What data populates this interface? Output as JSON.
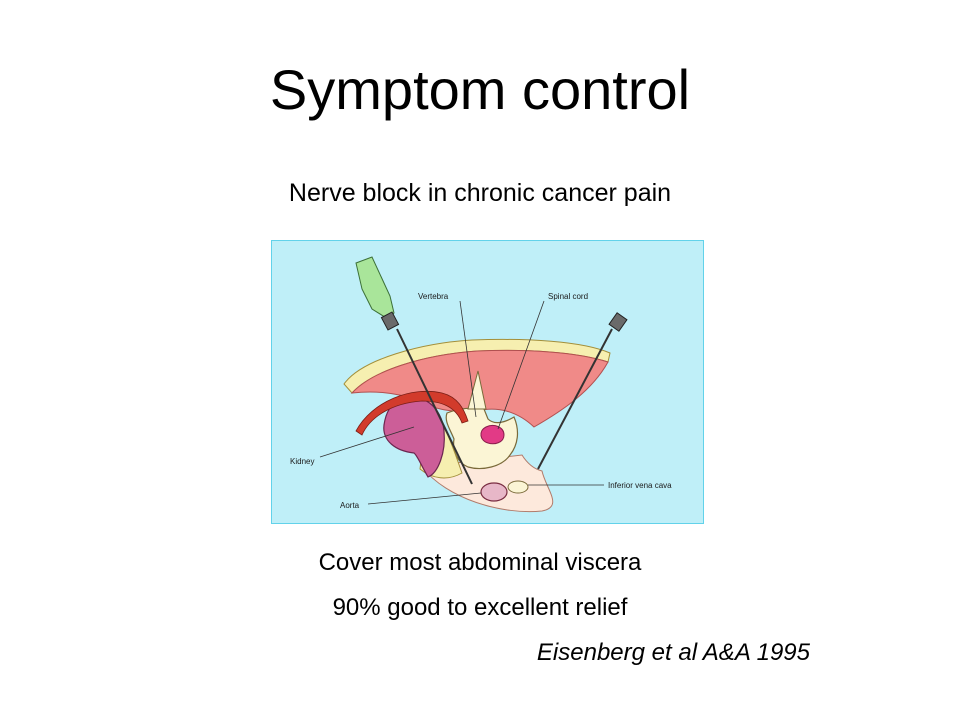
{
  "slide": {
    "title": "Symptom control",
    "subtitle": "Nerve block in chronic cancer pain",
    "bullets": [
      "Cover most abdominal viscera",
      "90% good to excellent relief"
    ],
    "citation": "Eisenberg et al A&A 1995"
  },
  "diagram": {
    "labels": {
      "vertebra": "Vertebra",
      "spinal_cord": "Spinal cord",
      "kidney": "Kidney",
      "aorta": "Aorta",
      "inferior_vena_cava": "Inferior vena cava"
    },
    "colors": {
      "background": "#bfeff8",
      "muscle": "#f08a88",
      "kidney": "#cc5e98",
      "bone": "#fbf5d5",
      "fat": "#f6efb0",
      "aorta": "#d23b2b",
      "abdomen": "#fde9dc",
      "needle_hub": "#a9e59a"
    }
  }
}
